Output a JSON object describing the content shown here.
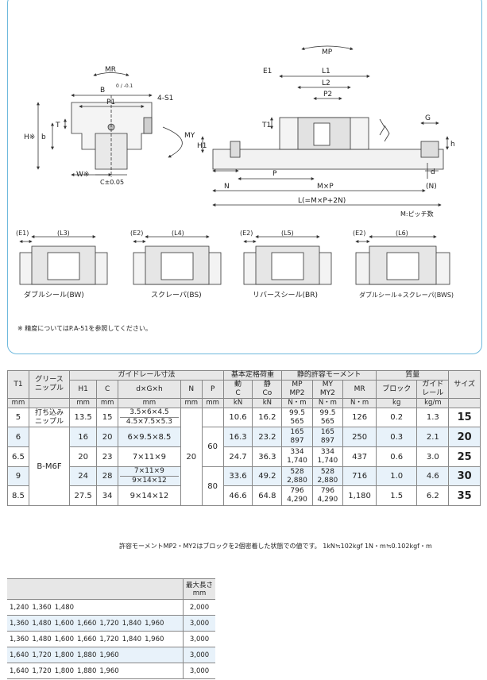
{
  "diagram": {
    "labels": {
      "mr": "MR",
      "mp": "MP",
      "my": "MY",
      "b_tol": "B",
      "b_tol_value": "0\n-0.1",
      "p1": "P1",
      "s1": "4-S1",
      "h_star": "H※",
      "t": "T",
      "b": "b",
      "h1": "H1",
      "w_star": "W※",
      "c_tol": "C±0.05",
      "e1": "E1",
      "l1": "L1",
      "l2": "L2",
      "p2": "P2",
      "t1": "T1",
      "g": "G",
      "h": "h",
      "d": "d",
      "p": "P",
      "n": "N",
      "mxp": "M×P",
      "n_paren": "(N)",
      "l_formula": "L(=M×P+2N)",
      "pitch_note": "M:ピッチ数"
    },
    "variants": [
      {
        "e": "(E1)",
        "l": "(L3)",
        "caption": "ダブルシール(BW)"
      },
      {
        "e": "(E2)",
        "l": "(L4)",
        "caption": "スクレーパ(BS)"
      },
      {
        "e": "(E2)",
        "l": "(L5)",
        "caption": "リバースシール(BR)"
      },
      {
        "e": "(E2)",
        "l": "(L6)",
        "caption": "ダブルシール+スクレーパ(BWS)"
      }
    ],
    "accuracy_note": "※ 精度についてはP.A-51を参照してください。"
  },
  "spec_table": {
    "group_rail": "ガイドレール寸法",
    "group_load": "基本定格荷重",
    "group_moment": "静的許容モーメント",
    "group_mass": "質量",
    "col_t1": "T1",
    "col_grease": "グリース\nニップル",
    "col_h1": "H1",
    "col_c": "C",
    "col_dgh": "d×G×h",
    "col_n": "N",
    "col_p": "P",
    "col_dyn": "動\nC",
    "col_sta": "静\nCo",
    "col_mp": "MP\nMP2",
    "col_my": "MY\nMY2",
    "col_mr": "MR",
    "col_block": "ブロック",
    "col_rail": "ガイド\nレール",
    "col_size": "サイズ",
    "units": [
      "mm",
      "",
      "mm",
      "mm",
      "mm",
      "mm",
      "mm",
      "kN",
      "kN",
      "N・m",
      "N・m",
      "N・m",
      "kg",
      "kg/m",
      ""
    ],
    "rows": [
      {
        "t1": "5",
        "grease": "打ち込み\nニップル",
        "h1": "13.5",
        "c": "15",
        "dgh": [
          "3.5×6×4.5",
          "4.5×7.5×5.3"
        ],
        "dyn": "10.6",
        "sta": "16.2",
        "mp": [
          "99.5",
          "565"
        ],
        "my": [
          "99.5",
          "565"
        ],
        "mr": "126",
        "block": "0.2",
        "rail": "1.3",
        "size": "15"
      },
      {
        "t1": "6",
        "h1": "16",
        "c": "20",
        "dgh": [
          "6×9.5×8.5"
        ],
        "dyn": "16.3",
        "sta": "23.2",
        "mp": [
          "165",
          "897"
        ],
        "my": [
          "165",
          "897"
        ],
        "mr": "250",
        "block": "0.3",
        "rail": "2.1",
        "size": "20"
      },
      {
        "t1": "6.5",
        "h1": "20",
        "c": "23",
        "dgh": [
          "7×11×9"
        ],
        "dyn": "24.7",
        "sta": "36.3",
        "mp": [
          "334",
          "1,740"
        ],
        "my": [
          "334",
          "1,740"
        ],
        "mr": "437",
        "block": "0.6",
        "rail": "3.0",
        "size": "25"
      },
      {
        "t1": "9",
        "h1": "24",
        "c": "28",
        "dgh": [
          "7×11×9",
          "9×14×12"
        ],
        "dyn": "33.6",
        "sta": "49.2",
        "mp": [
          "528",
          "2,880"
        ],
        "my": [
          "528",
          "2,880"
        ],
        "mr": "716",
        "block": "1.0",
        "rail": "4.6",
        "size": "30"
      },
      {
        "t1": "8.5",
        "h1": "27.5",
        "c": "34",
        "dgh": [
          "9×14×12"
        ],
        "dyn": "46.6",
        "sta": "64.8",
        "mp": [
          "796",
          "4,290"
        ],
        "my": [
          "796",
          "4,290"
        ],
        "mr": "1,180",
        "block": "1.5",
        "rail": "6.2",
        "size": "35"
      }
    ],
    "grease_merged": "B-M6F",
    "n_merged": "20",
    "p_merged_1": "60",
    "p_merged_2": "80",
    "footnote": "許容モーメントMP2・MY2はブロックを2個密着した状態での値です。 1kN≒102kgf 1N・m≒0.102kgf・m"
  },
  "length_table": {
    "header": "最大長さ\nmm",
    "rows": [
      {
        "lengths": [
          "1,240",
          "1,360",
          "1,480"
        ],
        "max": "2,000"
      },
      {
        "lengths": [
          "1,360",
          "1,480",
          "1,600",
          "1,660",
          "1,720",
          "1,840",
          "1,960"
        ],
        "max": "3,000"
      },
      {
        "lengths": [
          "1,360",
          "1,480",
          "1,600",
          "1,660",
          "1,720",
          "1,840",
          "1,960"
        ],
        "max": "3,000"
      },
      {
        "lengths": [
          "1,640",
          "1,720",
          "1,800",
          "1,880",
          "1,960"
        ],
        "max": "3,000"
      },
      {
        "lengths": [
          "1,640",
          "1,720",
          "1,800",
          "1,880",
          "1,960"
        ],
        "max": "3,000"
      }
    ]
  }
}
